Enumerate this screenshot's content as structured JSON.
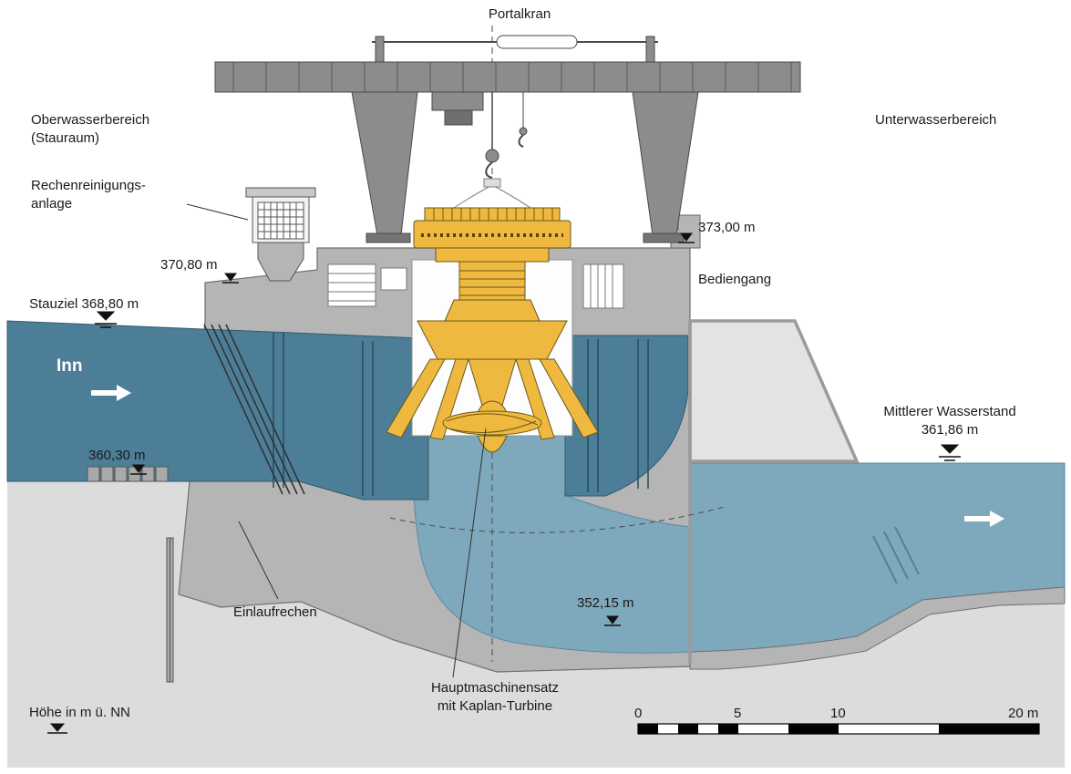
{
  "labels": {
    "portalkran": "Portalkran",
    "oberwasserbereich": "Oberwasserbereich\n(Stauraum)",
    "unterwasserbereich": "Unterwasserbereich",
    "rechenreinigungsanlage": "Rechenreinigungs-\nanlage",
    "stauziel": "Stauziel 368,80 m",
    "inn": "Inn",
    "einlaufrechen": "Einlaufrechen",
    "bediengang": "Bediengang",
    "mittlerer_wasserstand": "Mittlerer Wasserstand\n361,86 m",
    "hauptmaschinensatz": "Hauptmaschinensatz\nmit Kaplan-Turbine",
    "hoehe_hinweis": "Höhe in m ü. NN"
  },
  "elevations": {
    "e370_80": "370,80 m",
    "e373_00": "373,00 m",
    "e360_30": "360,30 m",
    "e352_15": "352,15 m"
  },
  "scalebar": {
    "t0": "0",
    "t5": "5",
    "t10": "10",
    "t20": "20 m"
  },
  "colors": {
    "upstream_water": "#4d7e98",
    "tailwater": "#7ea9bd",
    "concrete": "#b5b5b5",
    "ground": "#dcdcdc",
    "abutment": "#e3e3e3",
    "crane_gray": "#8c8c8c",
    "machine_yellow": "#efb93f"
  }
}
